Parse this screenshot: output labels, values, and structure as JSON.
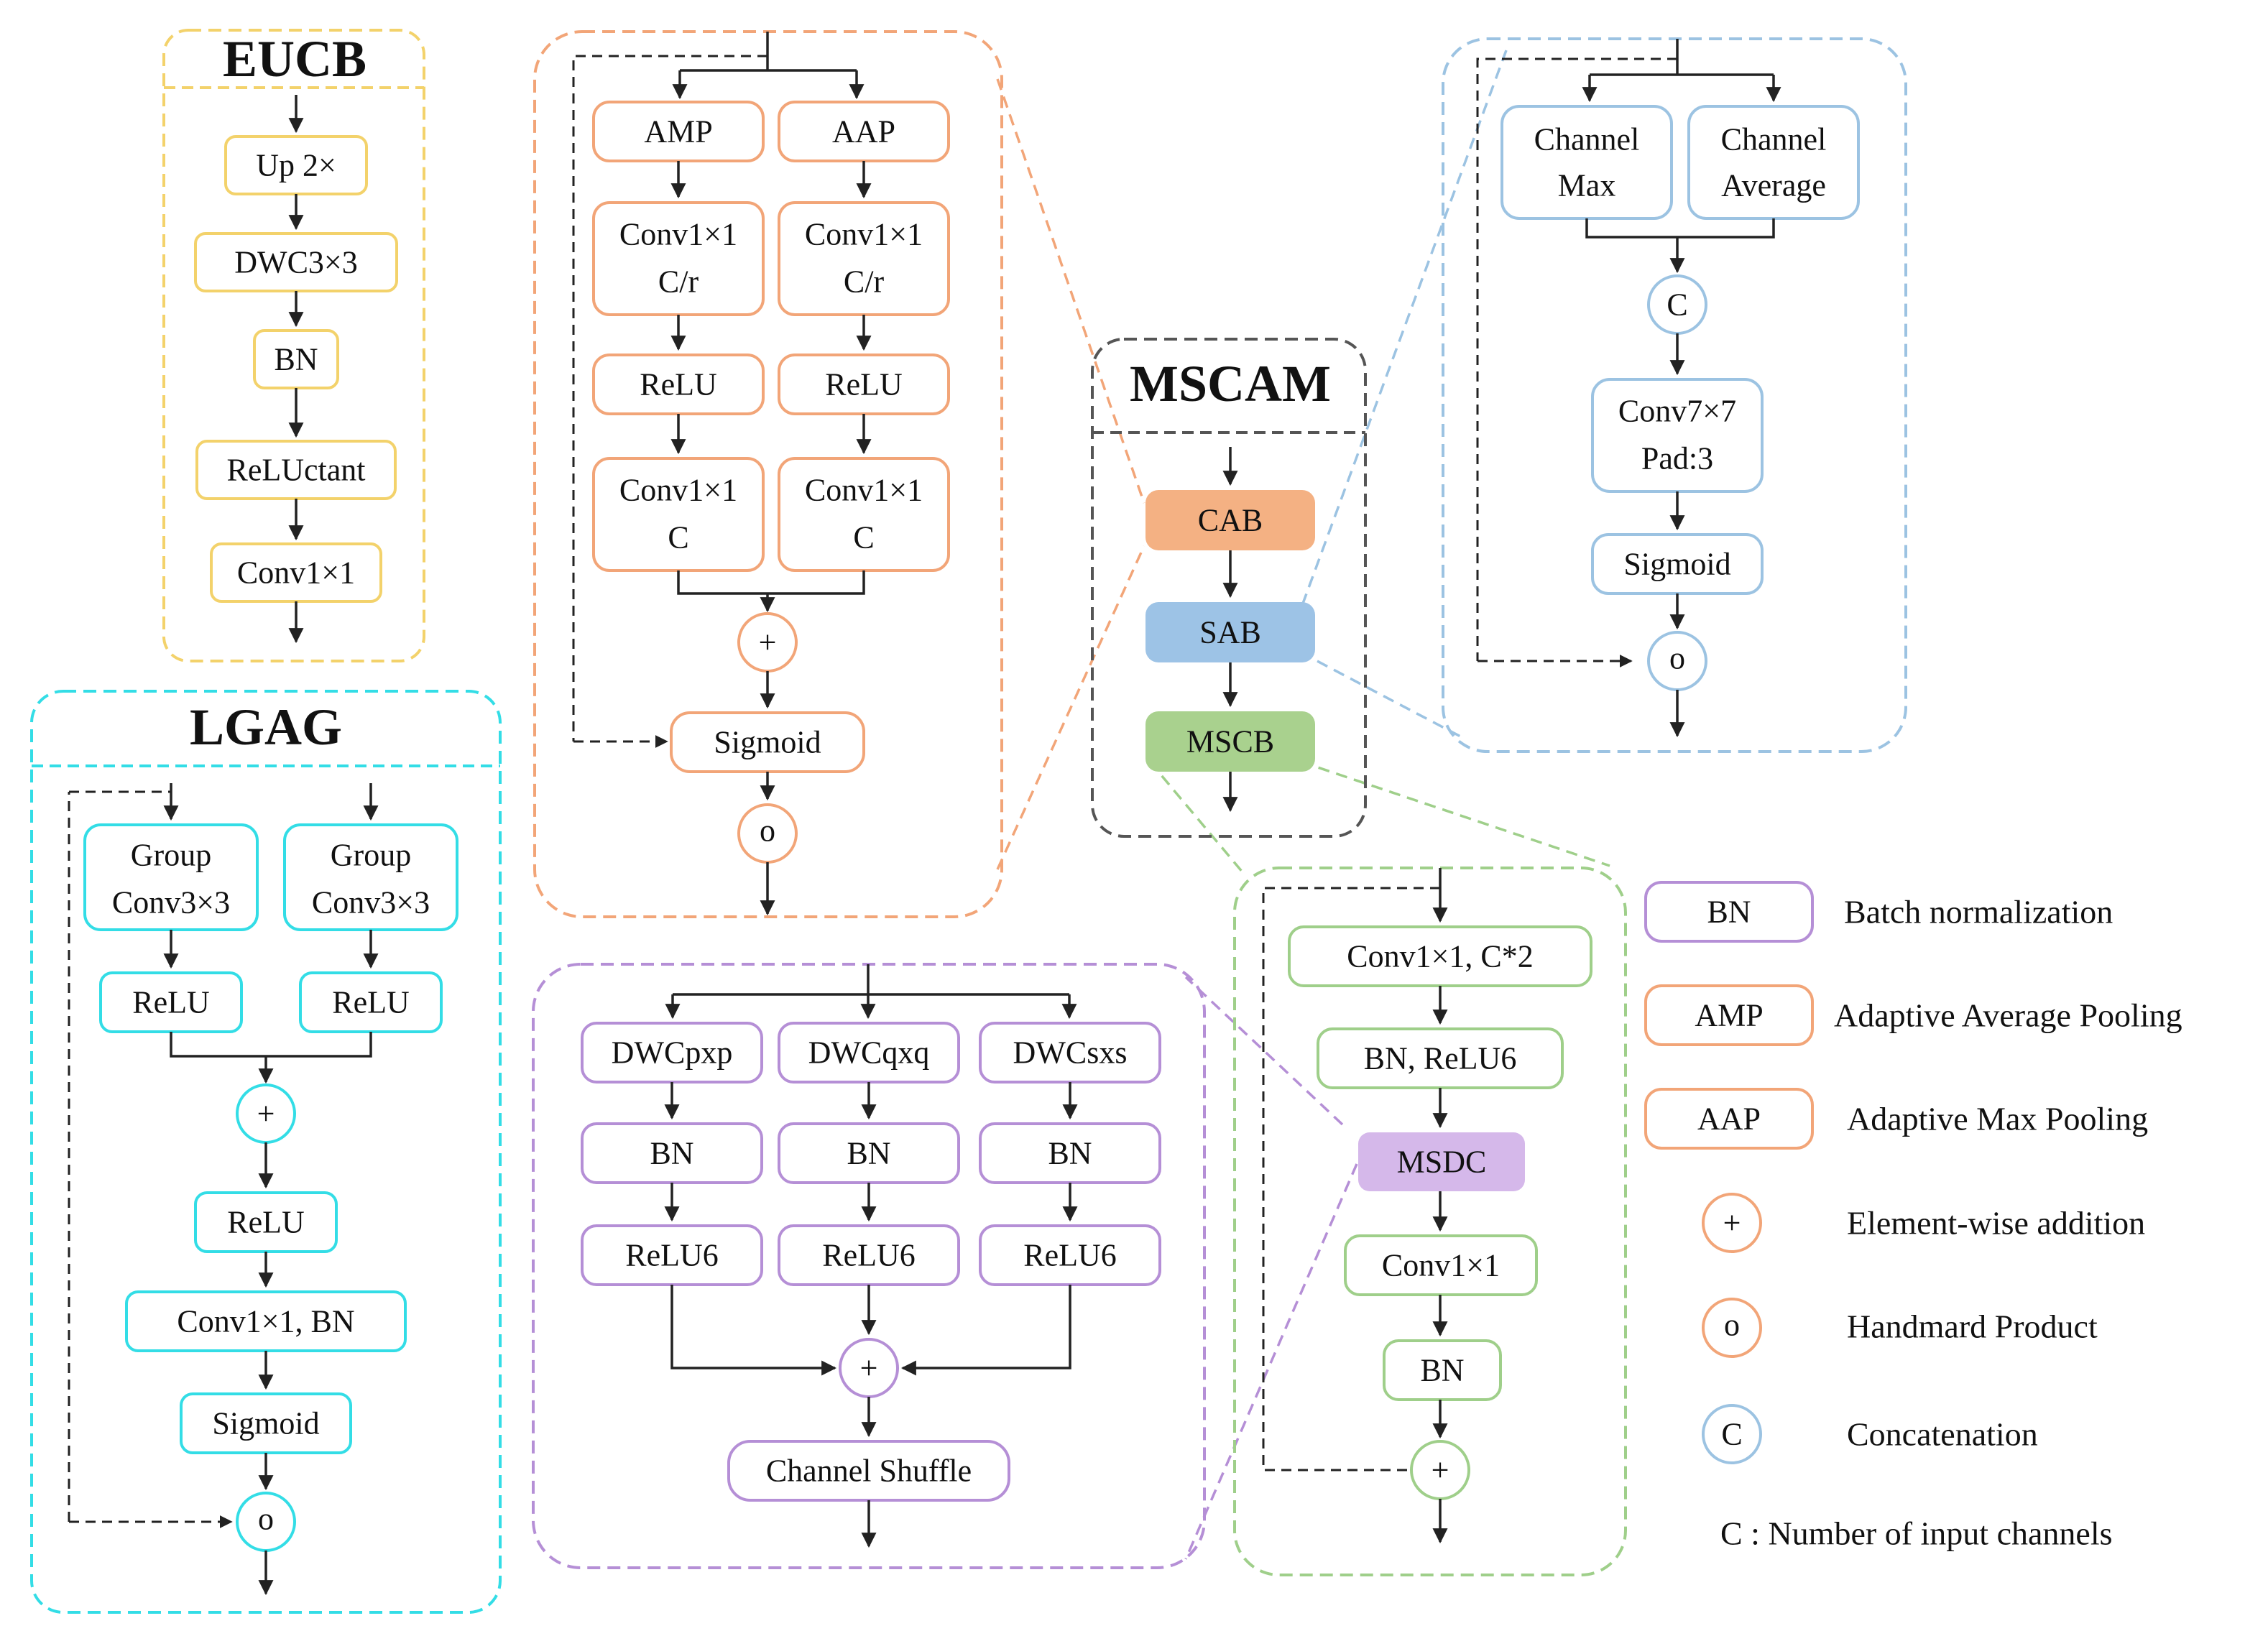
{
  "modules": {
    "eucb": {
      "title": "EUCB",
      "blocks": [
        "Up 2×",
        "DWC3×3",
        "BN",
        "ReLUctant",
        "Conv1×1"
      ]
    },
    "lgag": {
      "title": "LGAG",
      "branch_left": [
        "Group",
        "Conv3×3"
      ],
      "branch_right": [
        "Group",
        "Conv3×3"
      ],
      "relu_left": "ReLU",
      "relu_right": "ReLU",
      "add": "+",
      "relu_mid": "ReLU",
      "conv_bn": "Conv1×1, BN",
      "sigmoid": "Sigmoid",
      "product": "o"
    },
    "cab": {
      "amp": "AMP",
      "aap": "AAP",
      "conv_left_1": [
        "Conv1×1",
        "C/r"
      ],
      "conv_right_1": [
        "Conv1×1",
        "C/r"
      ],
      "relu_left": "ReLU",
      "relu_right": "ReLU",
      "conv_left_2": [
        "Conv1×1",
        "C"
      ],
      "conv_right_2": [
        "Conv1×1",
        "C"
      ],
      "add": "+",
      "sigmoid": "Sigmoid",
      "product": "o"
    },
    "mscam": {
      "title": "MSCAM",
      "cab": "CAB",
      "sab": "SAB",
      "mscb": "MSCB"
    },
    "sab": {
      "channel_max": [
        "Channel",
        "Max"
      ],
      "channel_average": [
        "Channel",
        "Average"
      ],
      "concat": "C",
      "conv": [
        "Conv7×7",
        "Pad:3"
      ],
      "sigmoid": "Sigmoid",
      "product": "o"
    },
    "msdc": {
      "dwc_p": "DWCpxp",
      "dwc_q": "DWCqxq",
      "dwc_s": "DWCsxs",
      "bn": "BN",
      "relu6": "ReLU6",
      "add": "+",
      "shuffle": "Channel Shuffle"
    },
    "mscb": {
      "conv_c2": "Conv1×1, C*2",
      "bn_relu6": "BN, ReLU6",
      "msdc": "MSDC",
      "conv": "Conv1×1",
      "bn": "BN",
      "add": "+"
    }
  },
  "legend": {
    "items": [
      {
        "symbol": "BN",
        "label": "Batch normalization",
        "shape": "box",
        "color": "#b58fd6"
      },
      {
        "symbol": "AMP",
        "label": "Adaptive Average Pooling",
        "shape": "box",
        "color": "#f2a578"
      },
      {
        "symbol": "AAP",
        "label": "Adaptive Max Pooling",
        "shape": "box",
        "color": "#f2a578"
      },
      {
        "symbol": "+",
        "label": "Element-wise addition",
        "shape": "circle",
        "color": "#f2a578"
      },
      {
        "symbol": "o",
        "label": "Handmard Product",
        "shape": "circle",
        "color": "#f2a578"
      },
      {
        "symbol": "C",
        "label": "Concatenation",
        "shape": "circle",
        "color": "#9cc3e2"
      }
    ],
    "note": "C : Number of input channels"
  },
  "colors": {
    "eucb": "#f3d26b",
    "cab": "#f2a578",
    "cab_fill": "#f4b183",
    "sab": "#9cc3e2",
    "sab_fill": "#9dc3e6",
    "lgag": "#33dde6",
    "msdc": "#b58fd6",
    "msdc_fill": "#d5b8ea",
    "mscb": "#9fcf8a",
    "mscb_fill": "#a9d18e",
    "mscam": "#555555"
  }
}
